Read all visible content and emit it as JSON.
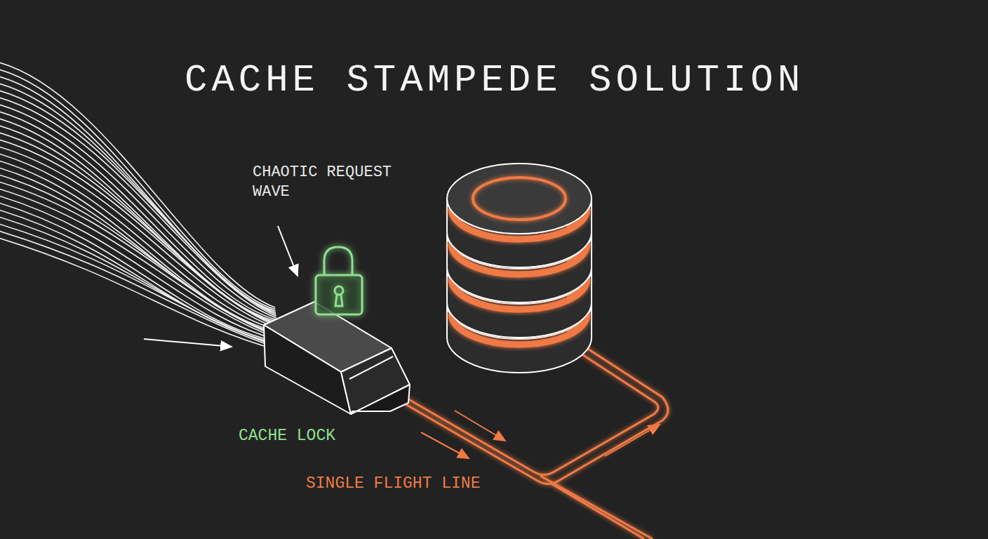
{
  "diagram": {
    "title": "CACHE STAMPEDE SOLUTION",
    "labels": [
      "CHAOTIC REQUEST WAVE",
      "CACHE LOCK",
      "SINGLE FLIGHT LINE"
    ]
  }
}
